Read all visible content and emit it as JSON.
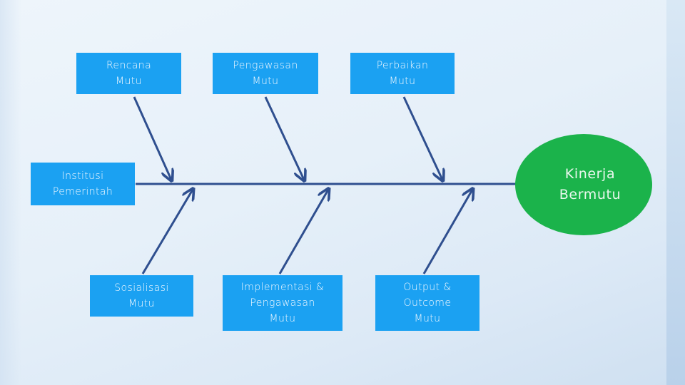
{
  "diagram": {
    "effect": {
      "label": "Kinerja\nBermutu",
      "color": "#1bb34b"
    },
    "start": {
      "label": "Institusi\nPemerintah"
    },
    "top_causes": [
      {
        "label": "Rencana\nMutu"
      },
      {
        "label": "Pengawasan\nMutu"
      },
      {
        "label": "Perbaikan\nMutu"
      }
    ],
    "bottom_causes": [
      {
        "label": "Sosialisasi\nMutu"
      },
      {
        "label": "Implementasi &\nPengawasan\nMutu"
      },
      {
        "label": "Output &\nOutcome\nMutu"
      }
    ],
    "box_color": "#1ba1f2",
    "line_color": "#2f4f8f"
  }
}
